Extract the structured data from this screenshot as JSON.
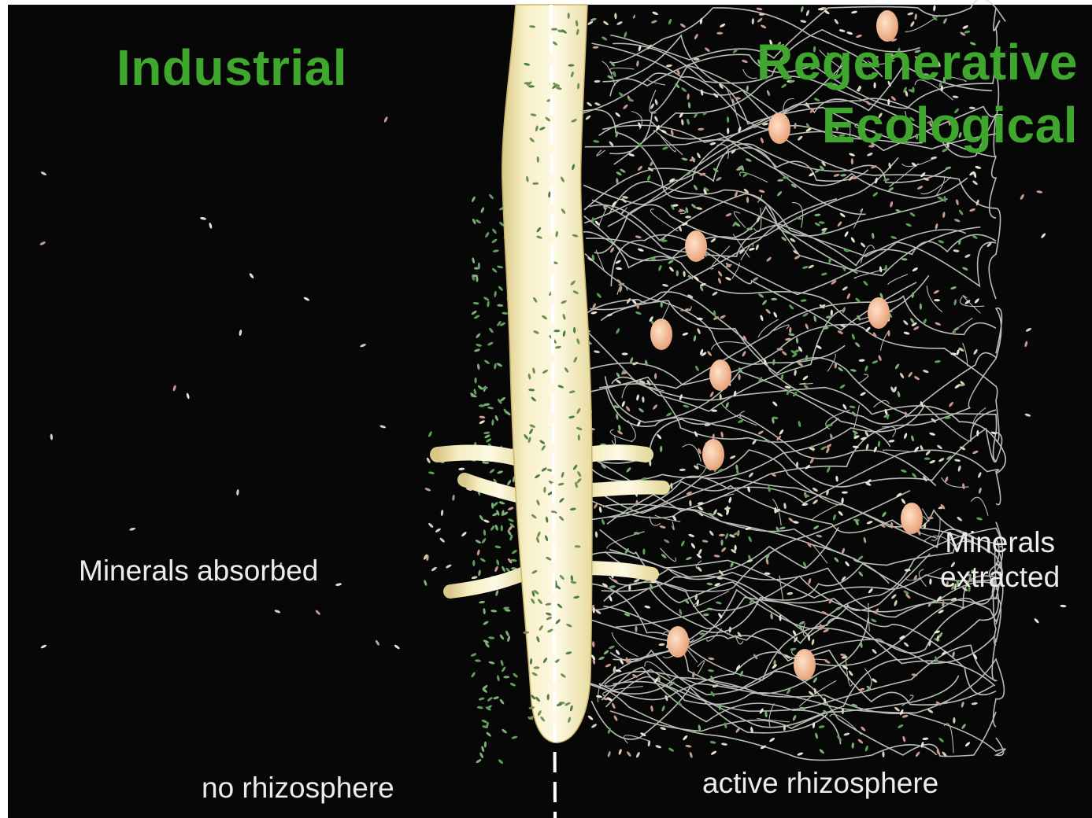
{
  "left_side": {
    "title": "Industrial",
    "minerals_label": "Minerals absorbed",
    "rhizosphere_label": "no rhizosphere"
  },
  "right_side": {
    "title_line1": "Regenerative",
    "title_line2": "Ecological",
    "minerals_label_line1": "Minerals",
    "minerals_label_line2": "extracted",
    "rhizosphere_label": "active rhizosphere"
  },
  "colors": {
    "background": "#080707",
    "heading_green": "#3fa62e",
    "caption_white": "#ececea",
    "root_cream": "#f7efc4",
    "hyphae_white": "#d8ddd6",
    "spore_peach": "#f2b98f",
    "microbe_green": "#5f9e5a"
  }
}
